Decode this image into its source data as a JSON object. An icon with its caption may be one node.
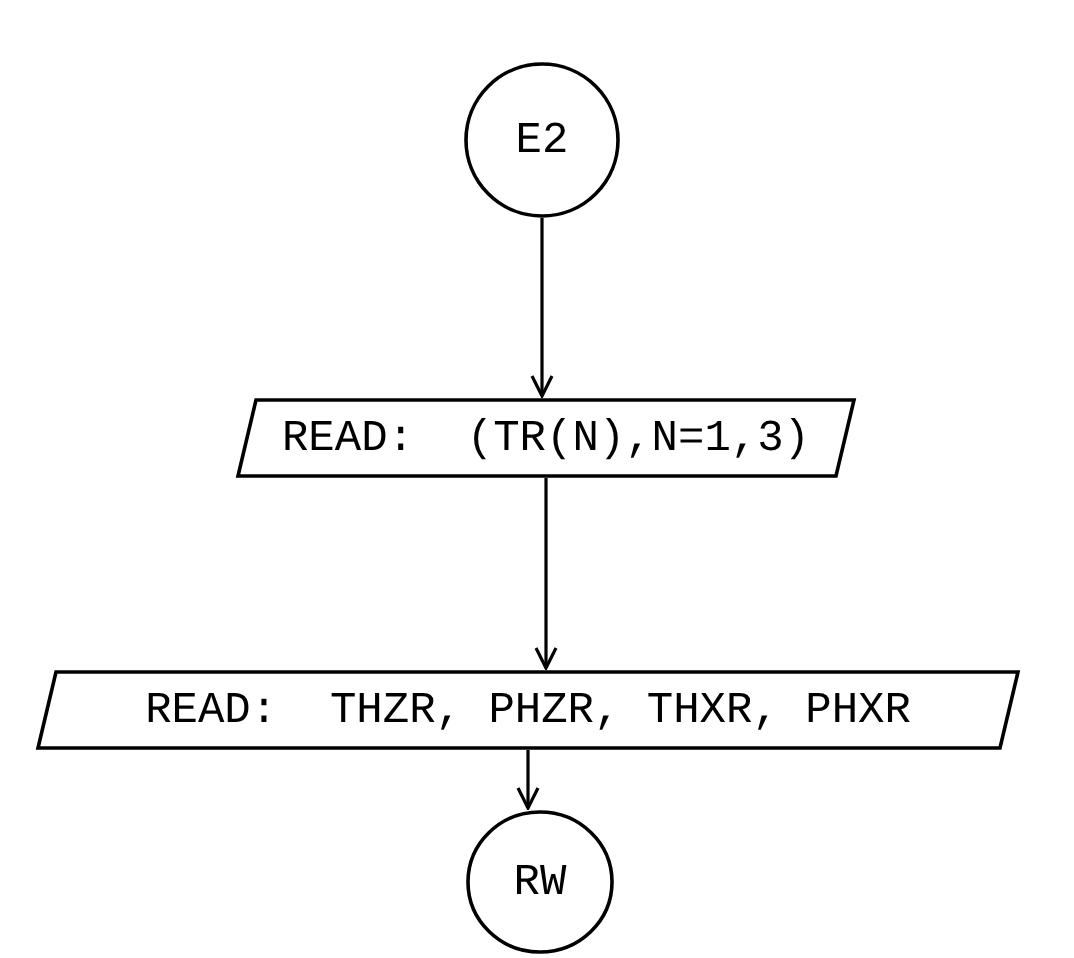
{
  "diagram": {
    "nodes": [
      {
        "text": [
          "E2"
        ]
      },
      {
        "text": [
          "READ:  (TR(N),N=1,3)"
        ]
      },
      {
        "text": [
          "READ:  THZR, PHZR, THXR, PHXR"
        ]
      },
      {
        "text": [
          "RW"
        ]
      }
    ],
    "edges": [
      {
        "from": 0,
        "to": 1,
        "arrow": "to"
      },
      {
        "from": 1,
        "to": 2,
        "arrow": "to"
      },
      {
        "from": 2,
        "to": 3,
        "arrow": "to"
      }
    ]
  }
}
